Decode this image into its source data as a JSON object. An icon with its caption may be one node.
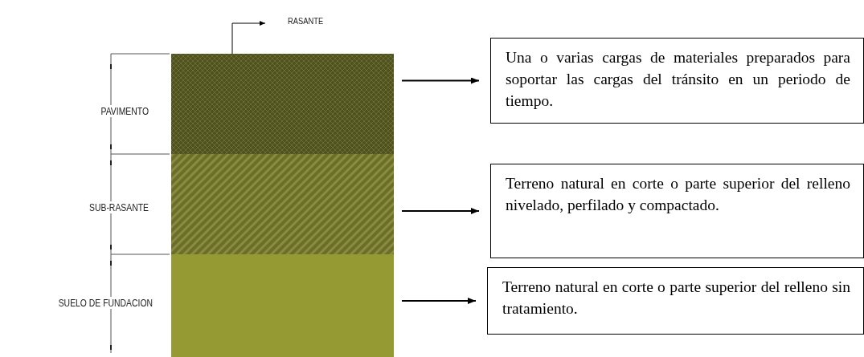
{
  "diagram": {
    "nodes": [
      {
        "text": [],
        "shape": "box"
      },
      {
        "text": [],
        "shape": "box"
      },
      {
        "text": [],
        "shape": "box"
      },
      {
        "text": [
          "RASANTE"
        ]
      },
      {
        "text": [
          "Una o varias cargas de materiales preparados para soportar las cargas del tránsito en un periodo de tiempo."
        ]
      },
      {
        "text": [
          "Terreno natural en corte o parte superior del relleno nivelado, perfilado y compactado."
        ]
      },
      {
        "text": [
          "Terreno natural en corte o parte superior del relleno sin tratamiento."
        ]
      }
    ],
    "edges": [
      {
        "from": 0,
        "to": 3,
        "arrow": "to"
      },
      {
        "from": 0,
        "to": 4,
        "arrow": "to"
      },
      {
        "from": 1,
        "to": 5,
        "arrow": "to"
      },
      {
        "from": 2,
        "to": 6,
        "arrow": "to"
      }
    ],
    "labels": [
      "PAVIMENTO",
      "SUB-RASANTE",
      "SUELO DE FUNDACION"
    ]
  }
}
